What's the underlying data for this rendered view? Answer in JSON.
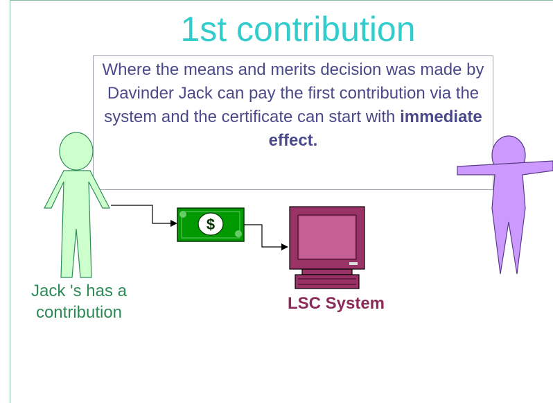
{
  "slide": {
    "title": "1st contribution",
    "description_before": "Where the means and merits decision was made by Davinder Jack can pay the first contribution via the system and the certificate can start with ",
    "description_bold": "immediate effect.",
    "jack_label": "Jack 's has a contribution",
    "system_label": "LSC System"
  },
  "icons": {
    "person_left": "person-icon",
    "person_right": "person-icon",
    "money": "dollar-bill-icon",
    "computer": "computer-icon"
  },
  "colors": {
    "title": "#33cccc",
    "description": "#4a4a8a",
    "jack_label": "#2e8b57",
    "system_label": "#8b2b5a",
    "person_left_fill": "#ccffcc",
    "person_right_fill": "#cc99ff",
    "money_fill": "#009900",
    "computer_fill": "#993366"
  }
}
